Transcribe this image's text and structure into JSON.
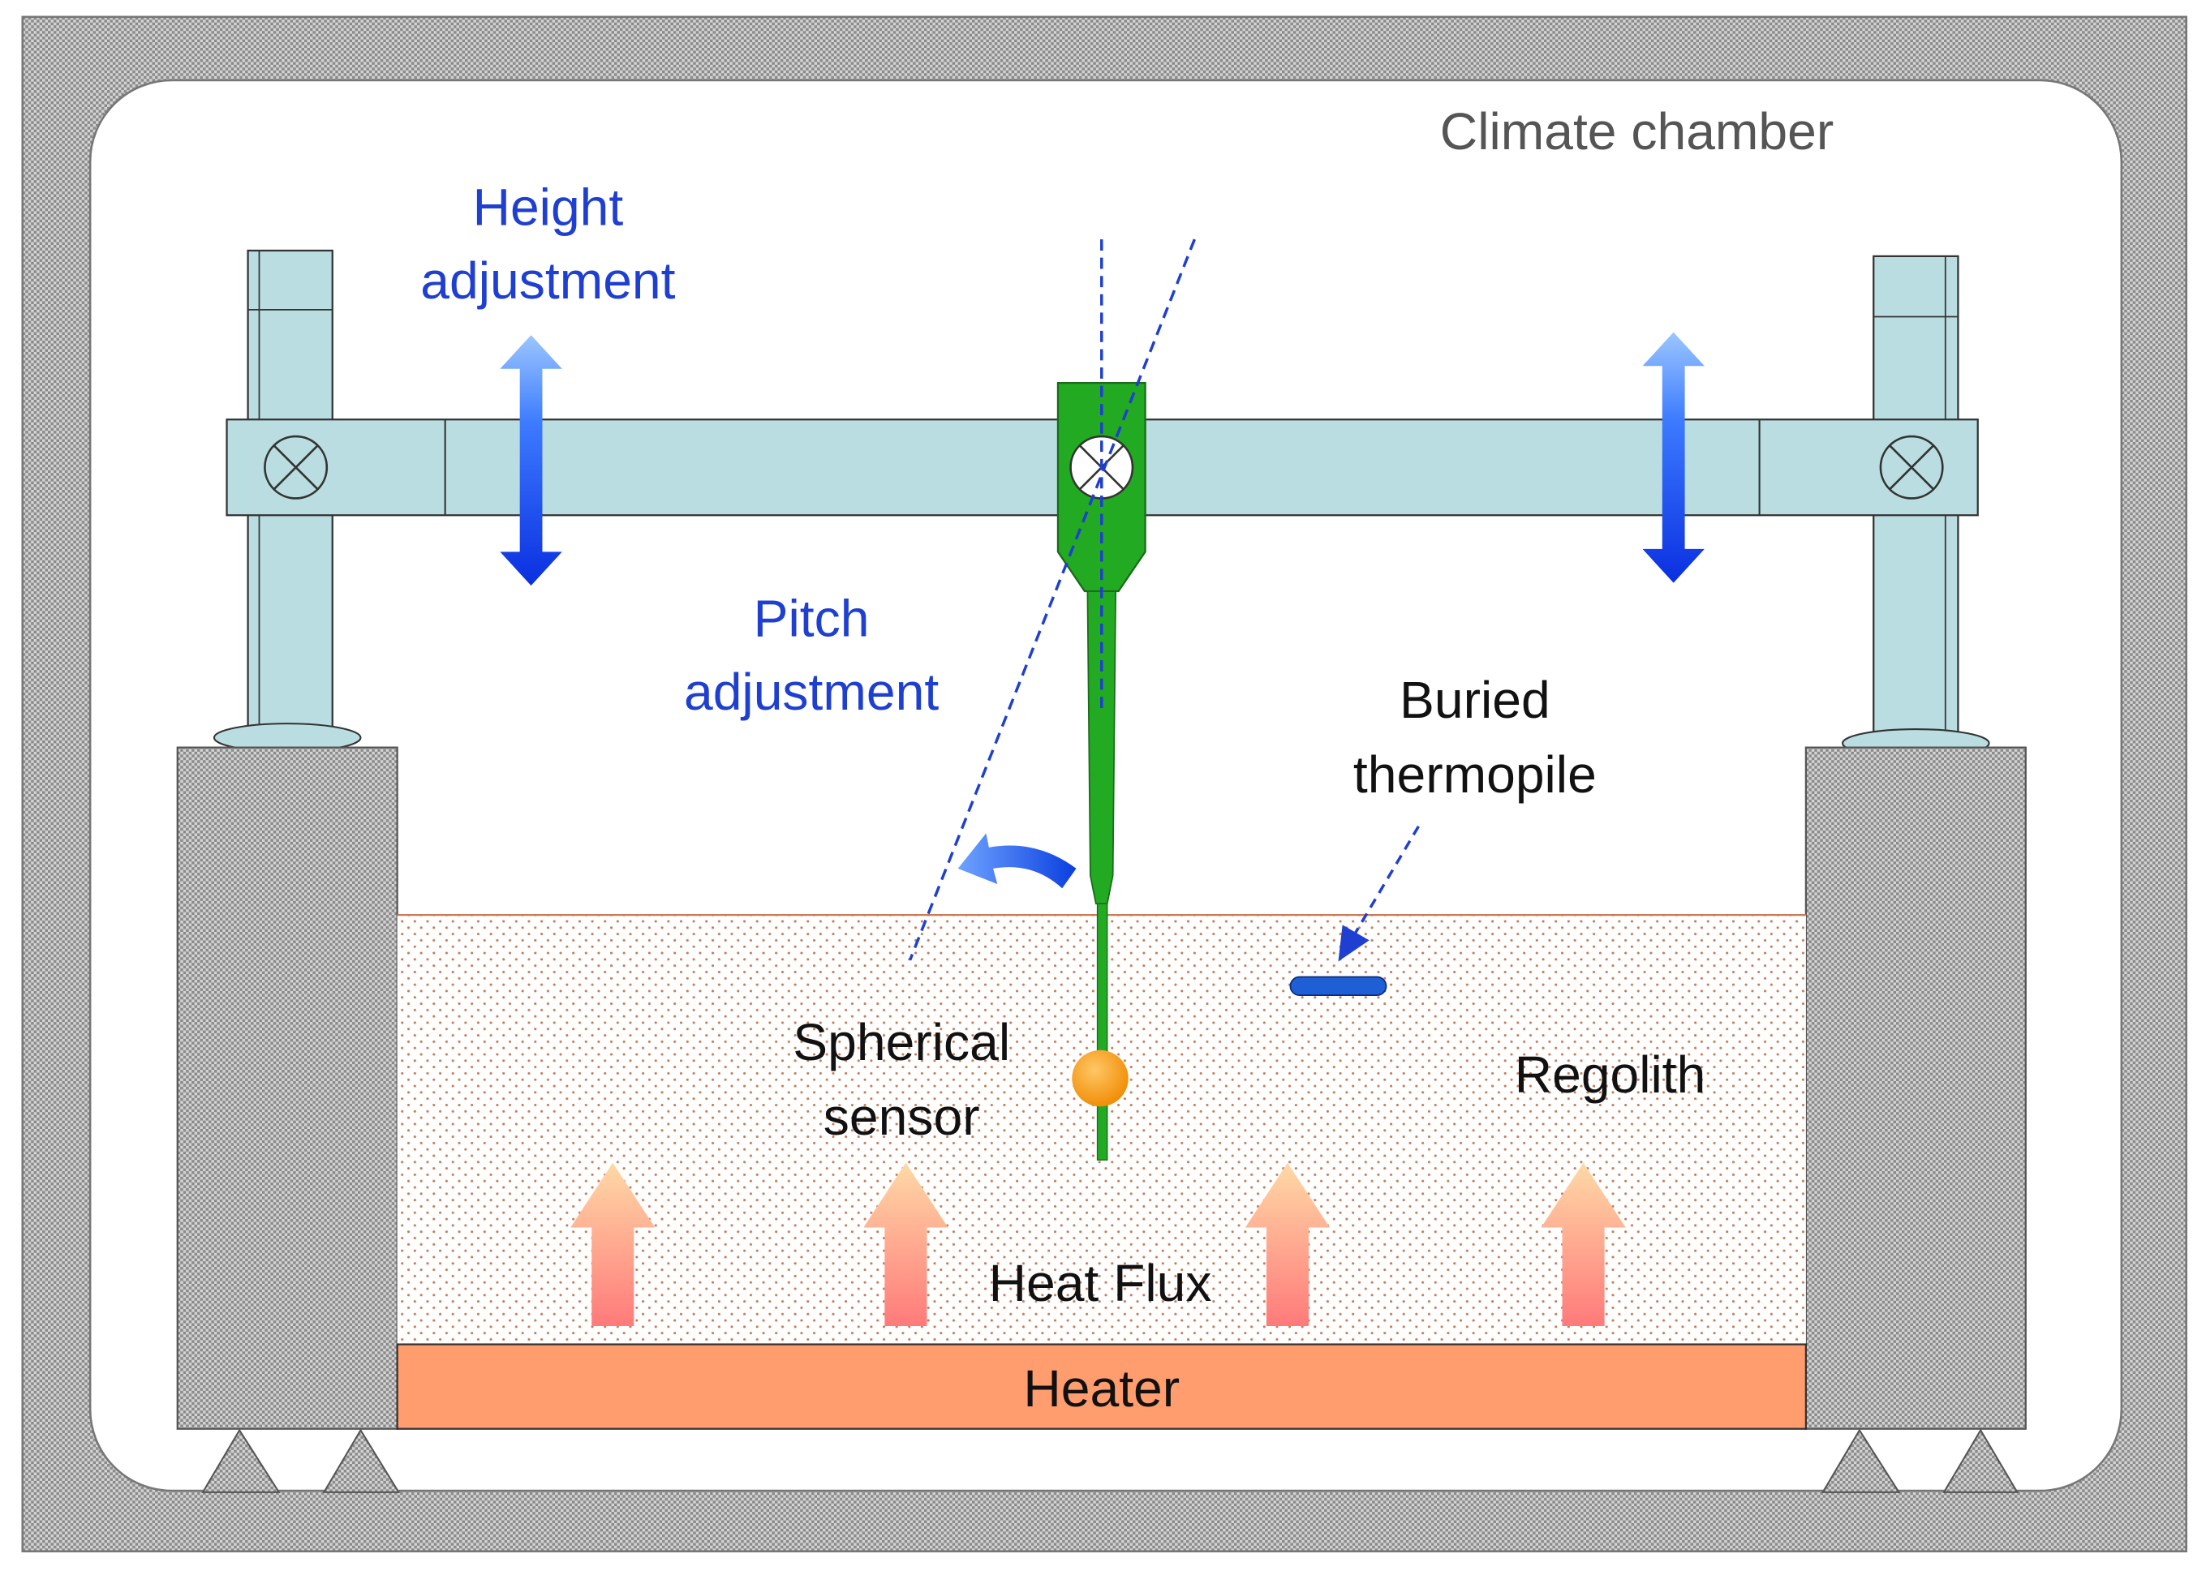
{
  "labels": {
    "chamber": "Climate chamber",
    "height_line1": "Height",
    "height_line2": "adjustment",
    "pitch_line1": "Pitch",
    "pitch_line2": "adjustment",
    "thermopile_line1": "Buried",
    "thermopile_line2": "thermopile",
    "sensor_line1": "Spherical",
    "sensor_line2": "sensor",
    "regolith": "Regolith",
    "heat_flux": "Heat Flux",
    "heater": "Heater"
  },
  "colors": {
    "adjustment_text": "#1f3fd1",
    "frame": "#b9dde0",
    "probe": "#22aa22",
    "sensor_ball": "#f5a000",
    "heater": "#ff9d6e",
    "regolith_dots": "#c87b56",
    "thermopile": "#1f5fd6",
    "hatch": "#8a8a8a"
  },
  "icons": {
    "pivot": "pivot-cross-icon",
    "vertical_arrow": "double-arrow-vertical-icon",
    "rotation_arrow": "curved-rotation-arrow-icon",
    "heat_arrow": "heat-up-arrow-icon"
  }
}
